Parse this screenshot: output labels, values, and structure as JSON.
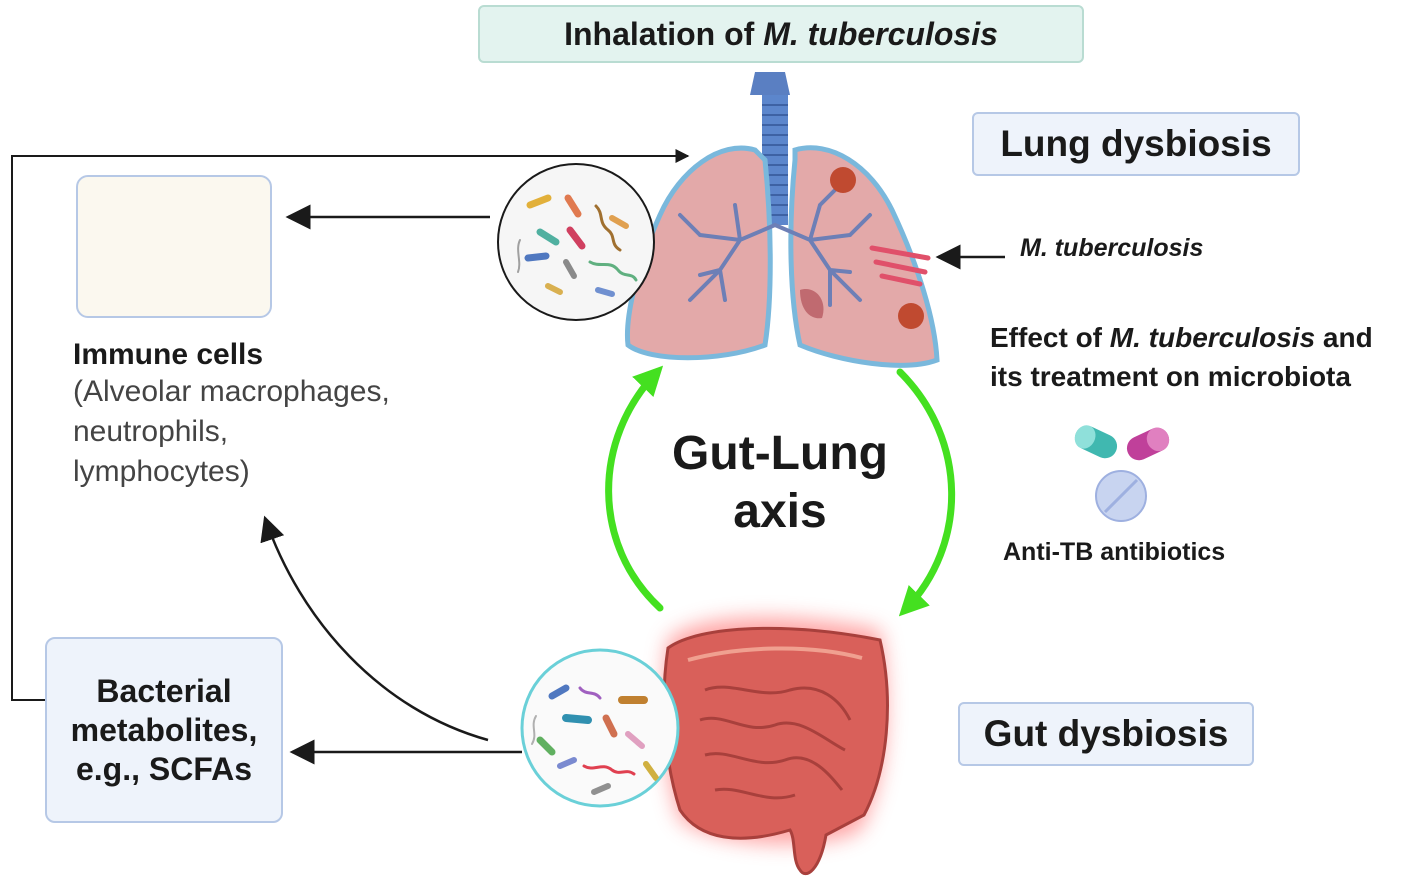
{
  "header": {
    "title_prefix": "Inhalation of ",
    "title_italic": "M. tuberculosis"
  },
  "labels": {
    "lung_dysbiosis": "Lung dysbiosis",
    "gut_dysbiosis": "Gut dysbiosis",
    "axis_line1": "Gut-Lung",
    "axis_line2": "axis",
    "pathogen": "M. tuberculosis",
    "antibiotics": "Anti-TB antibiotics"
  },
  "immune": {
    "title": "Immune cells",
    "lines": [
      "(Alveolar macrophages,",
      "neutrophils,",
      "lymphocytes)"
    ]
  },
  "metabolites": {
    "lines": [
      "Bacterial",
      "metabolites,",
      "e.g., SCFAs"
    ]
  },
  "effect": {
    "line1_prefix": "Effect of ",
    "line1_italic": "M. tuberculosis",
    "line1_suffix": " and",
    "line2": "its treatment on microbiota"
  },
  "colors": {
    "cycle_arrow": "#44e020",
    "lung_fill": "#e3a9a9",
    "lung_outline": "#7ab8dc",
    "airway": "#4f7cc4",
    "intestine": "#d9605a",
    "gut_glow": "#ff5a5a",
    "lesion": "#c04a30",
    "arrow": "#1a1a1a"
  }
}
